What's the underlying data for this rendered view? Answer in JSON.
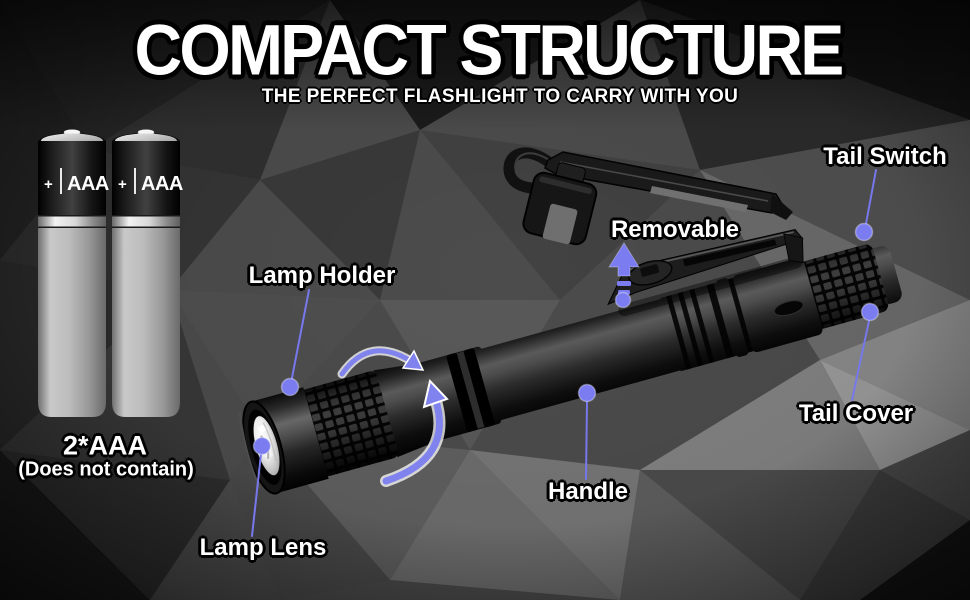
{
  "header": {
    "title": "COMPACT STRUCTURE",
    "subtitle": "THE PERFECT FLASHLIGHT TO CARRY WITH YOU"
  },
  "callouts": {
    "lamp_holder": "Lamp Holder",
    "lamp_lens": "Lamp Lens",
    "removable": "Removable",
    "handle": "Handle",
    "tail_switch": "Tail Switch",
    "tail_cover": "Tail Cover"
  },
  "batteries": {
    "cap_plus": "+",
    "cap_type": "AAA",
    "quantity_label": "2*AAA",
    "note": "(Does not contain)"
  },
  "colors": {
    "accent_purple": "#7a7cf0",
    "label_text": "#ffffff",
    "label_outline": "#000000",
    "background_dark": "#161616",
    "background_light": "#9a9a9a",
    "battery_body_gray": "#bdbdbd",
    "flashlight_black": "#0e0e0e"
  }
}
